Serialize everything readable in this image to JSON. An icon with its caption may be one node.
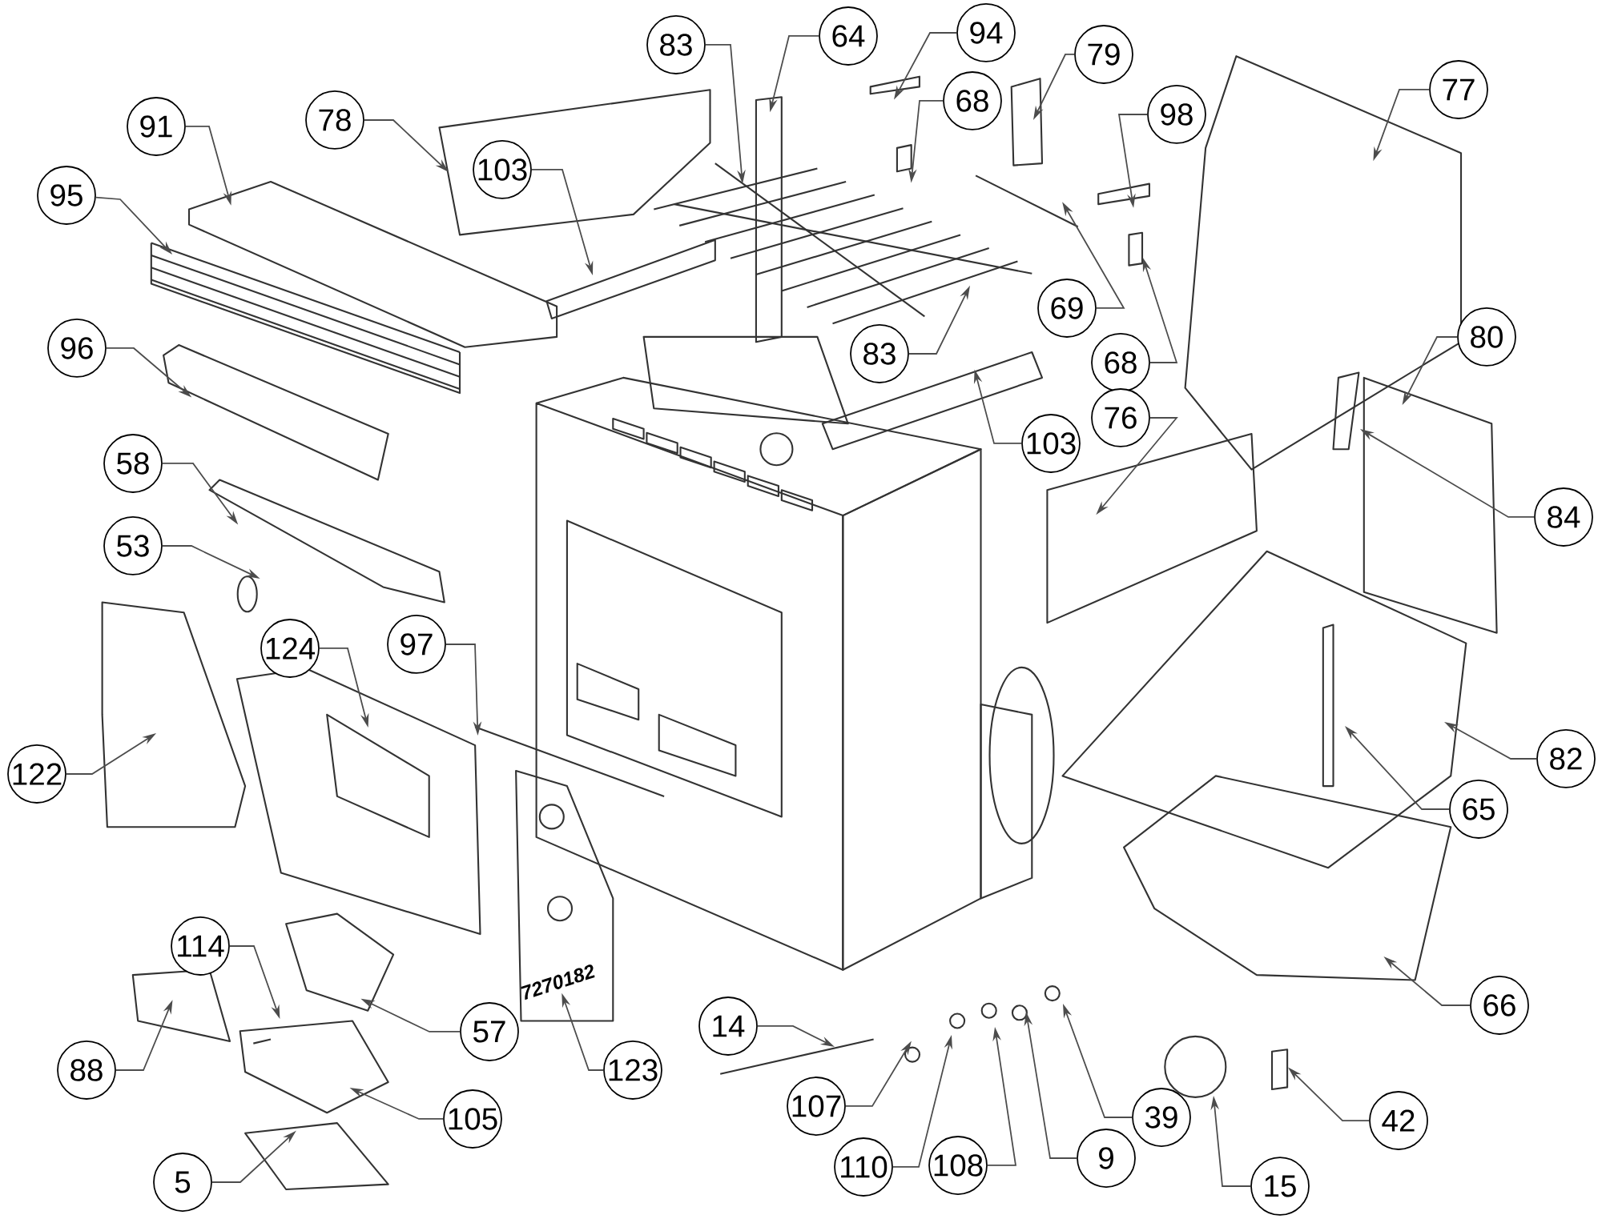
{
  "diagram": {
    "nodes": [
      {
        "text": [
          "64"
        ]
      },
      {
        "text": [
          "83"
        ]
      },
      {
        "text": [
          "94"
        ]
      },
      {
        "text": [
          "79"
        ]
      },
      {
        "text": [
          "68"
        ]
      },
      {
        "text": [
          "77"
        ]
      },
      {
        "text": [
          "91"
        ]
      },
      {
        "text": [
          "78"
        ]
      },
      {
        "text": [
          "98"
        ]
      },
      {
        "text": [
          "95"
        ]
      },
      {
        "text": [
          "103"
        ]
      },
      {
        "text": [
          "83"
        ]
      },
      {
        "text": [
          "69"
        ]
      },
      {
        "text": [
          "68"
        ]
      },
      {
        "text": [
          "80"
        ]
      },
      {
        "text": [
          "96"
        ]
      },
      {
        "text": [
          "76"
        ]
      },
      {
        "text": [
          "103"
        ]
      },
      {
        "text": [
          "84"
        ]
      },
      {
        "text": [
          "58"
        ]
      },
      {
        "text": [
          "53"
        ]
      },
      {
        "text": [
          "124"
        ]
      },
      {
        "text": [
          "97"
        ]
      },
      {
        "text": [
          "122"
        ]
      },
      {
        "text": [
          "82"
        ]
      },
      {
        "text": [
          "65"
        ]
      },
      {
        "text": [
          "114"
        ]
      },
      {
        "text": [
          "57"
        ]
      },
      {
        "text": [
          "66"
        ]
      },
      {
        "text": [
          "88"
        ]
      },
      {
        "text": [
          "123"
        ]
      },
      {
        "text": [
          "14"
        ]
      },
      {
        "text": [
          "105"
        ]
      },
      {
        "text": [
          "107"
        ]
      },
      {
        "text": [
          "42"
        ]
      },
      {
        "text": [
          "39"
        ]
      },
      {
        "text": [
          "5"
        ]
      },
      {
        "text": [
          "108"
        ]
      },
      {
        "text": [
          "9"
        ]
      },
      {
        "text": [
          "110"
        ]
      },
      {
        "text": [
          "15"
        ]
      },
      {
        "text": [
          "7270182"
        ]
      }
    ],
    "edges": [
      {
        "from": 0,
        "to": null,
        "arrow": "to"
      },
      {
        "from": 1,
        "to": null,
        "arrow": "to"
      },
      {
        "from": 2,
        "to": null,
        "arrow": "to"
      },
      {
        "from": 3,
        "to": null,
        "arrow": "to"
      },
      {
        "from": 4,
        "to": null,
        "arrow": "to"
      },
      {
        "from": 5,
        "to": null,
        "arrow": "to"
      },
      {
        "from": 6,
        "to": null,
        "arrow": "to"
      },
      {
        "from": 7,
        "to": null,
        "arrow": "to"
      },
      {
        "from": 8,
        "to": null,
        "arrow": "to"
      },
      {
        "from": 9,
        "to": null,
        "arrow": "to"
      },
      {
        "from": 10,
        "to": null,
        "arrow": "to"
      },
      {
        "from": 11,
        "to": null,
        "arrow": "to"
      },
      {
        "from": 12,
        "to": null,
        "arrow": "to"
      },
      {
        "from": 13,
        "to": null,
        "arrow": "to"
      },
      {
        "from": 14,
        "to": null,
        "arrow": "to"
      },
      {
        "from": 15,
        "to": null,
        "arrow": "to"
      },
      {
        "from": 16,
        "to": null,
        "arrow": "to"
      },
      {
        "from": 17,
        "to": null,
        "arrow": "to"
      },
      {
        "from": 18,
        "to": null,
        "arrow": "to"
      },
      {
        "from": 19,
        "to": null,
        "arrow": "to"
      },
      {
        "from": 20,
        "to": null,
        "arrow": "to"
      },
      {
        "from": 21,
        "to": null,
        "arrow": "to"
      },
      {
        "from": 22,
        "to": null,
        "arrow": "to"
      },
      {
        "from": 23,
        "to": null,
        "arrow": "to"
      },
      {
        "from": 24,
        "to": null,
        "arrow": "to"
      },
      {
        "from": 25,
        "to": null,
        "arrow": "to"
      },
      {
        "from": 26,
        "to": null,
        "arrow": "to"
      },
      {
        "from": 27,
        "to": null,
        "arrow": "to"
      },
      {
        "from": 28,
        "to": null,
        "arrow": "to"
      },
      {
        "from": 29,
        "to": null,
        "arrow": "to"
      },
      {
        "from": 30,
        "to": 41,
        "arrow": "to"
      },
      {
        "from": 31,
        "to": null,
        "arrow": "to"
      },
      {
        "from": 32,
        "to": null,
        "arrow": "to"
      },
      {
        "from": 33,
        "to": null,
        "arrow": "to"
      },
      {
        "from": 34,
        "to": null,
        "arrow": "to"
      },
      {
        "from": 35,
        "to": null,
        "arrow": "to"
      },
      {
        "from": 36,
        "to": null,
        "arrow": "to"
      },
      {
        "from": 37,
        "to": null,
        "arrow": "to"
      },
      {
        "from": 38,
        "to": null,
        "arrow": "to"
      },
      {
        "from": 39,
        "to": null,
        "arrow": "to"
      },
      {
        "from": 40,
        "to": null,
        "arrow": "to"
      }
    ]
  }
}
